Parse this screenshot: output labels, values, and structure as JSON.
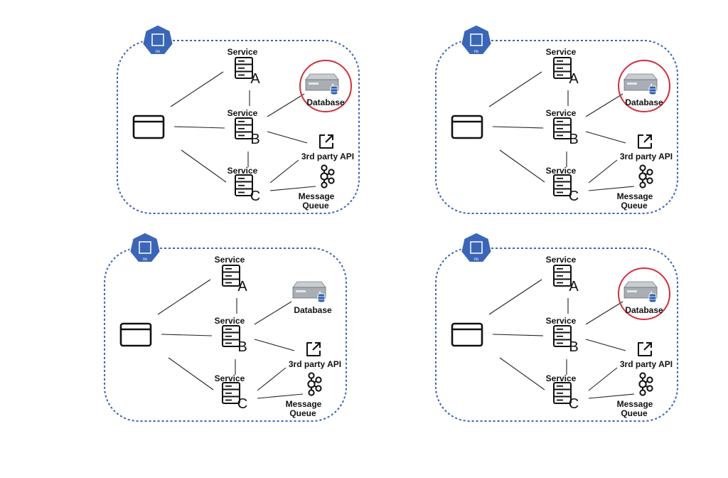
{
  "colors": {
    "boundary": "#3d64b4",
    "namespace_icon": "#3b66b8",
    "highlight_ring": "#d2303a"
  },
  "labels": {
    "namespace": "ns",
    "service": "Service",
    "service_ids": [
      "A",
      "B",
      "C"
    ],
    "database": "Database",
    "third_party_api": "3rd party API",
    "message_queue": [
      "Message",
      "Queue"
    ]
  },
  "icons": {
    "client": "browser-window-icon",
    "service": "server-stack-icon",
    "database": "database-server-icon",
    "third_party_api": "external-link-icon",
    "message_queue": "kafka-icon",
    "namespace": "kubernetes-namespace-icon"
  },
  "panels": [
    {
      "id": "top-left",
      "database_highlighted": true
    },
    {
      "id": "top-right",
      "database_highlighted": true
    },
    {
      "id": "bottom-left",
      "database_highlighted": false
    },
    {
      "id": "bottom-right",
      "database_highlighted": true
    }
  ]
}
